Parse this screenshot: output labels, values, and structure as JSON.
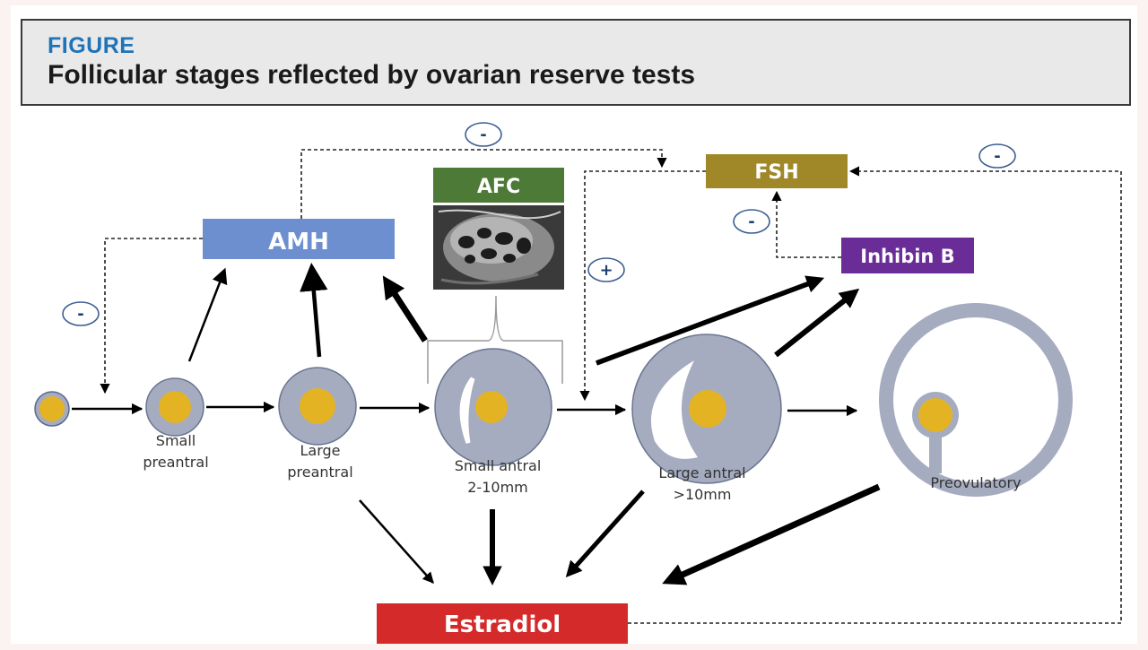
{
  "header": {
    "kicker": "FIGURE",
    "title": "Follicular stages reflected by ovarian reserve tests"
  },
  "boxes": {
    "amh": "AMH",
    "afc": "AFC",
    "fsh": "FSH",
    "inhibin": "Inhibin B",
    "estradiol": "Estradiol"
  },
  "stages": {
    "small_preantral": [
      "Small",
      "preantral"
    ],
    "large_preantral": [
      "Large",
      "preantral"
    ],
    "small_antral": [
      "Small antral",
      "2-10mm"
    ],
    "large_antral": [
      "Large antral",
      ">10mm"
    ],
    "preovulatory": [
      "Preovulatory"
    ]
  },
  "signs": {
    "amh_primordial": "-",
    "amh_fsh": "-",
    "fsh_small_antral": "+",
    "inhibin_fsh": "-",
    "estradiol_fsh": "-"
  },
  "colors": {
    "amh": "#6d8fcf",
    "afc": "#4d7a36",
    "fsh": "#a08828",
    "inhibin": "#6a2d98",
    "estradiol": "#d42a2a",
    "follicle": "#a5acc0",
    "oocyte": "#e3b324"
  }
}
